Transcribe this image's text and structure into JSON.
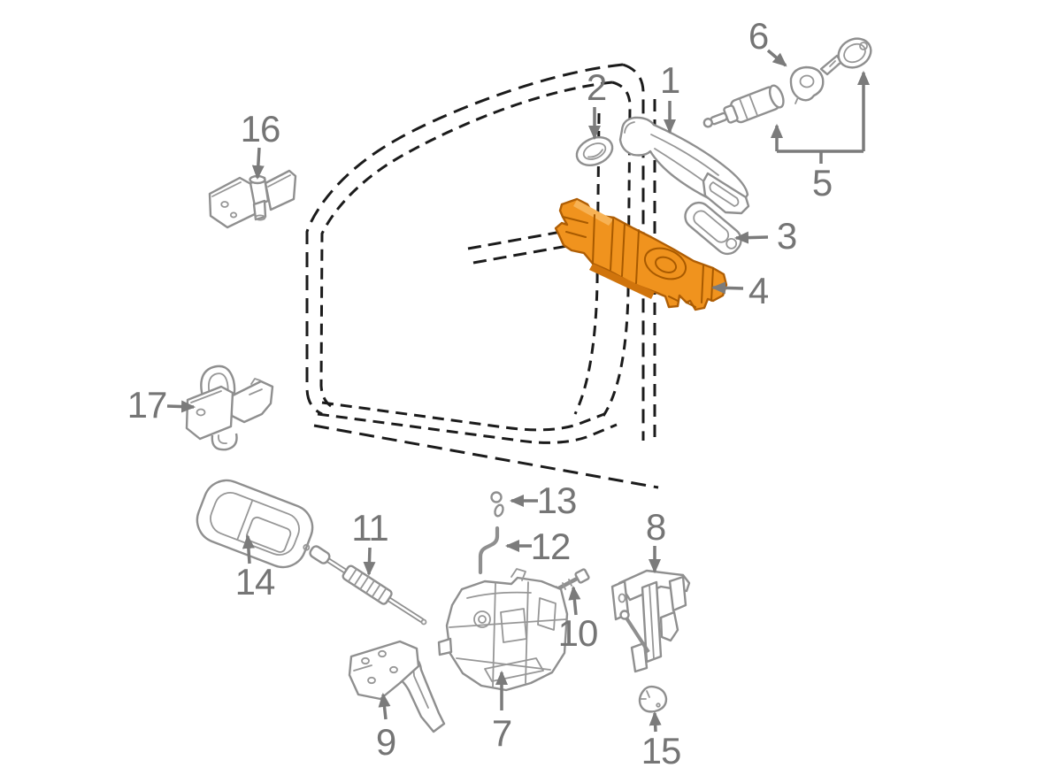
{
  "diagram": {
    "kind": "exploded-parts-diagram",
    "highlighted_part": "4",
    "labels": [
      {
        "text": "1"
      },
      {
        "text": "2"
      },
      {
        "text": "3"
      },
      {
        "text": "4"
      },
      {
        "text": "5"
      },
      {
        "text": "6"
      },
      {
        "text": "7"
      },
      {
        "text": "8"
      },
      {
        "text": "9"
      },
      {
        "text": "10"
      },
      {
        "text": "11"
      },
      {
        "text": "12"
      },
      {
        "text": "13"
      },
      {
        "text": "14"
      },
      {
        "text": "15"
      },
      {
        "text": "16"
      },
      {
        "text": "17"
      }
    ],
    "colors": {
      "background": "#ffffff",
      "highlight": "#F0931E",
      "highlight_shadow": "#D0740C",
      "part_line": "#8f8f8f",
      "callout": "#7b7b7b",
      "door_dash": "#1b1b1b"
    }
  }
}
